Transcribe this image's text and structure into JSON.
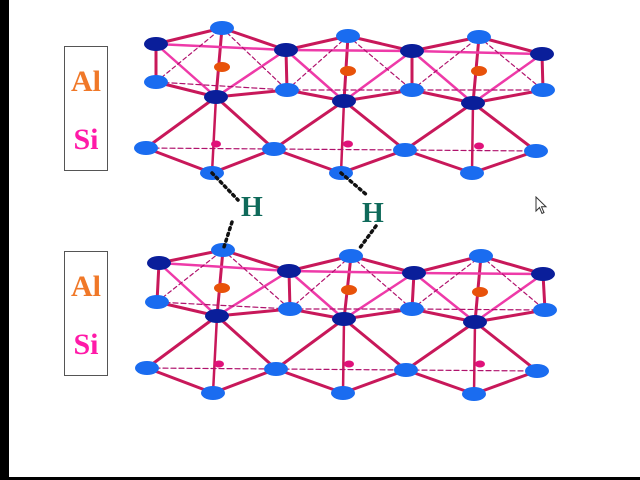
{
  "layers": [
    {
      "al_label": "Al",
      "si_label": "Si"
    },
    {
      "al_label": "Al",
      "si_label": "Si"
    }
  ],
  "hydrogen_bonds": [
    {
      "label": "H"
    },
    {
      "label": "H"
    }
  ],
  "colors": {
    "al_label": "#f07828",
    "si_label": "#ff1aa8",
    "h_label": "#0f6a5a",
    "octahedral_edge": "#c8185a",
    "octahedral_top_edge": "#ee3aa8",
    "tetrahedral_edge": "#c8185a",
    "dashed_edge": "#b0126c",
    "hbond": "#111111",
    "oxygen_light": "#1a6cf0",
    "oxygen_dark": "#0a1e9a",
    "al_atom": "#e8520a",
    "si_atom": "#e0127a"
  },
  "icons": {
    "cursor": "mouse-pointer-icon"
  }
}
